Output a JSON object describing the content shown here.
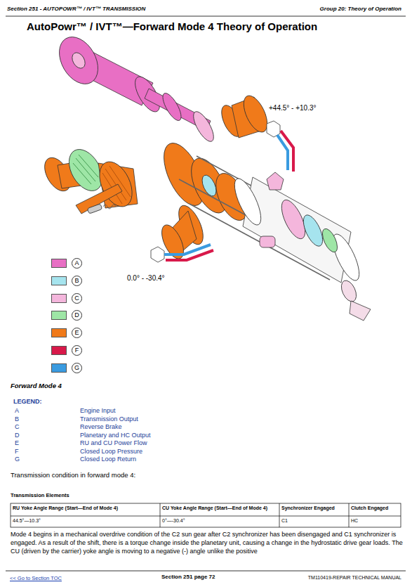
{
  "diagram": {
    "title": "AutoPowr™ / IVT™—Forward Mode 4 Theory of Operation",
    "labels": [
      "Section 251 - AUTOPOWR™ / IVT™ TRANSMISSION",
      "Group 20: Theory of Operation",
      "+44.5° - +10.3°",
      "0.0° - -30.4°",
      "Forward Mode 4",
      "LEGEND:",
      "A",
      "Engine Input",
      "B",
      "Transmission Output",
      "C",
      "Reverse Brake",
      "D",
      "Planetary and HC Output",
      "E",
      "RU and CU Power Flow",
      "F",
      "Closed Loop Pressure",
      "G",
      "Closed Loop Return",
      "Transmission condition in forward mode 4:",
      "Transmission Elements",
      "RU Yoke Angle Range (Start—End of Mode 4)",
      "CU Yoke Angle Range (Start—End of Mode 4)",
      "Synchronizer Engaged",
      "Clutch Engaged",
      "44.5°—10.3°",
      "0°—-30.4°",
      "C1",
      "HC",
      "Mode 4 begins in a mechanical overdrive condition of the C2 sun gear after C2 synchronizer has been disengaged and C1 synchronizer is engaged. As a result of the shift, there is a torque change inside the planetary unit, causing a change in the hydrostatic drive gear loads. The CU (driven by the carrier) yoke angle is moving to a negative (-) angle unlike the positive",
      "<< Go to Section TOC",
      "Section 251 page 72",
      "TM110419-REPAIR TECHNICAL MANUAL"
    ],
    "legend": [
      {
        "text": "A",
        "color": "#e86fc4"
      },
      {
        "text": "B",
        "color": "#a6e4ee"
      },
      {
        "text": "C",
        "color": "#f4b6dc"
      },
      {
        "text": "D",
        "color": "#9ee6a6"
      },
      {
        "text": "E",
        "color": "#f07a1a"
      },
      {
        "text": "F",
        "color": "#d8194a"
      },
      {
        "text": "G",
        "color": "#3a9be0"
      }
    ]
  }
}
